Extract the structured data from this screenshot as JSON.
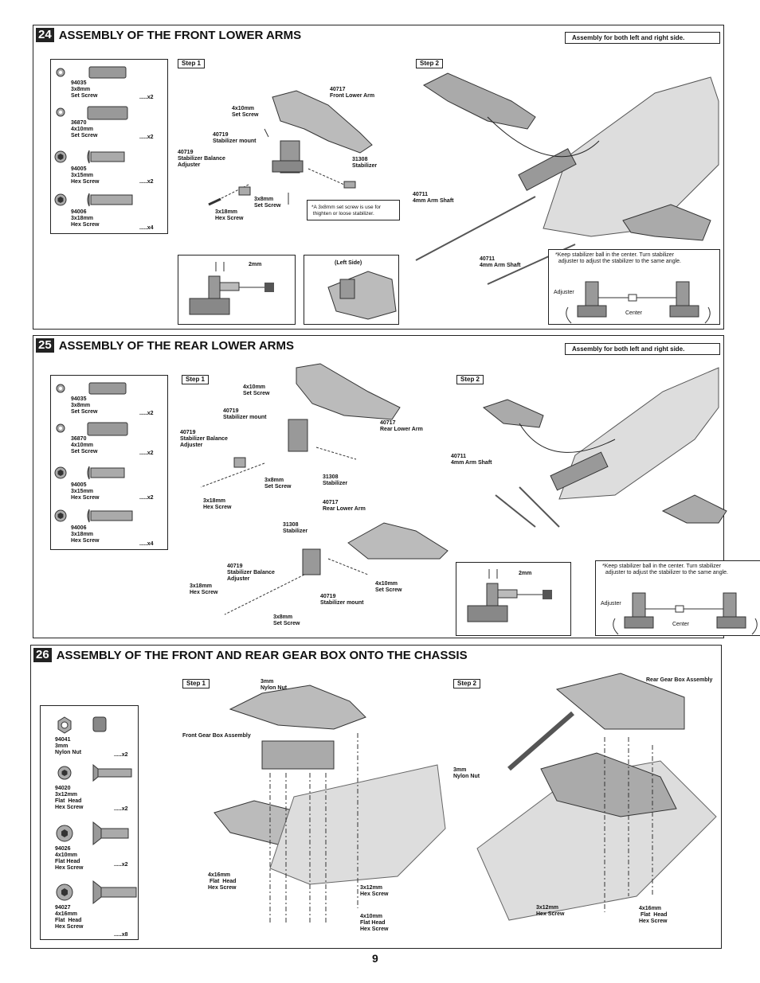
{
  "section24": {
    "num": "24",
    "title": "ASSEMBLY OF THE FRONT LOWER ARMS",
    "note": "Assembly for both left and right side.",
    "parts": [
      {
        "label": "94035\n3x8mm\nSet Screw",
        "qty": ".....x2"
      },
      {
        "label": "36870\n4x10mm\nSet Screw",
        "qty": ".....x2"
      },
      {
        "label": "94005\n3x15mm\nHex Screw",
        "qty": ".....x2"
      },
      {
        "label": "94006\n3x18mm\nHex Screw",
        "qty": ".....x4"
      }
    ],
    "step1": "Step 1",
    "step2": "Step 2",
    "labels": {
      "front_lower_arm": "40717\nFront Lower Arm",
      "set_screw_4x10": "4x10mm\nSet Screw",
      "stab_mount": "40719\nStabilizer mount",
      "stab_adj": "40719\nStabilizer Balance\nAdjuster",
      "stabilizer": "31308\nStabilizer",
      "set_screw_3x8": "3x8mm\nSet Screw",
      "hex_screw_3x18": "3x18mm\nHex Screw",
      "note_3x8": "*A 3x8mm set screw is use for\n thighten or loose stabilizer.",
      "arm_shaft_1": "40711\n4mm Arm Shaft",
      "arm_shaft_2": "40711\n4mm Arm Shaft",
      "dim_2mm": "2mm",
      "left_side": "(Left Side)",
      "keep_note": "*Keep stabilizer ball in the center. Turn stabilizer\n  adjuster to adjust the stabilizer to the same angle.",
      "adjuster": "Adjuster",
      "center": "Center"
    }
  },
  "section25": {
    "num": "25",
    "title": "ASSEMBLY OF THE REAR LOWER ARMS",
    "note": "Assembly for both left and right side.",
    "parts": [
      {
        "label": "94035\n3x8mm\nSet Screw",
        "qty": ".....x2"
      },
      {
        "label": "36870\n4x10mm\nSet Screw",
        "qty": ".....x2"
      },
      {
        "label": "94005\n3x15mm\nHex Screw",
        "qty": ".....x2"
      },
      {
        "label": "94006\n3x18mm\nHex Screw",
        "qty": ".....x4"
      }
    ],
    "step1": "Step 1",
    "step2": "Step 2",
    "labels": {
      "set_screw_4x10_a": "4x10mm\nSet Screw",
      "stab_mount_a": "40719\nStabilizer mount",
      "stab_adj_a": "40719\nStabilizer Balance\nAdjuster",
      "rear_lower_arm_a": "40717\nRear Lower Arm",
      "hex_screw_3x18_a": "3x18mm\nHex Screw",
      "set_screw_3x8_a": "3x8mm\nSet Screw",
      "stabilizer_a": "31308\nStabilizer",
      "rear_lower_arm_b": "40717\nRear Lower Arm",
      "stabilizer_b": "31308\nStabilizer",
      "stab_adj_b": "40719\nStabilizer Balance\nAdjuster",
      "hex_screw_3x18_b": "3x18mm\nHex Screw",
      "set_screw_4x10_b": "4x10mm\nSet Screw",
      "stab_mount_b": "40719\nStabilizer mount",
      "set_screw_3x8_b": "3x8mm\nSet Screw",
      "arm_shaft": "40711\n4mm Arm Shaft",
      "dim_2mm": "2mm",
      "keep_note": "*Keep stabilizer ball in the center. Turn stabilizer\n  adjuster to adjust the stabilizer to the same angle.",
      "adjuster": "Adjuster",
      "center": "Center"
    }
  },
  "section26": {
    "num": "26",
    "title": "ASSEMBLY OF THE FRONT AND REAR GEAR BOX ONTO THE CHASSIS",
    "parts": [
      {
        "label": "94041\n3mm\nNylon Nut",
        "qty": ".....x2"
      },
      {
        "label": "94020\n3x12mm\nFlat  Head\nHex Screw",
        "qty": ".....x2"
      },
      {
        "label": "94026\n4x10mm\nFlat Head\nHex Screw",
        "qty": ".....x2"
      },
      {
        "label": "94027\n4x16mm\nFlat  Head\nHex Screw",
        "qty": ".....x8"
      }
    ],
    "step1": "Step 1",
    "step2": "Step 2",
    "labels": {
      "nylon_nut_a": "3mm\nNylon Nut",
      "front_gearbox": "Front Gear Box Assembly",
      "flat_4x16_a": "4x16mm\n Flat  Head\nHex Screw",
      "hex_3x12_a": "3x12mm\nHex Screw",
      "flat_4x10": "4x10mm\nFlat Head\nHex Screw",
      "rear_gearbox": "Rear Gear Box Assembly",
      "nylon_nut_b": "3mm\nNylon Nut",
      "hex_3x12_b": "3x12mm\nHex Screw",
      "flat_4x16_b": "4x16mm\n Flat  Head\nHex Screw"
    }
  },
  "page_number": "9"
}
